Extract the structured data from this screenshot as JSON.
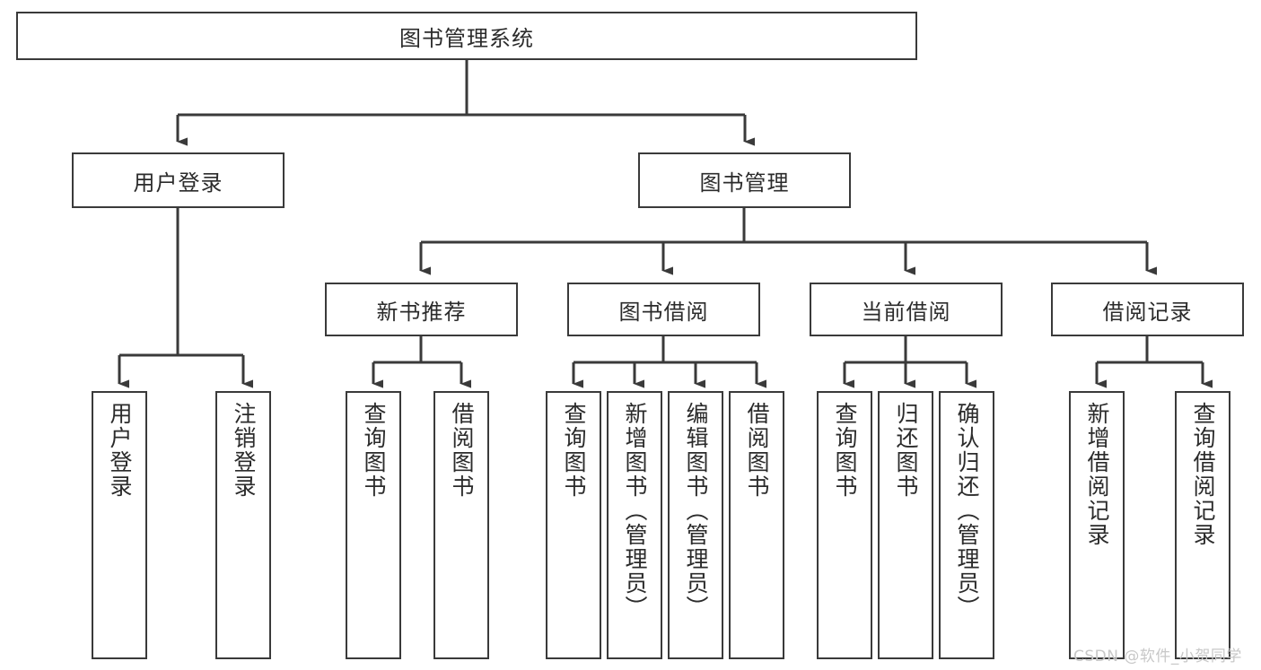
{
  "diagram": {
    "type": "hierarchy-tree",
    "title": "图书管理系统",
    "orientation": "top-down",
    "colors": {
      "box_border": "#3a3a3a",
      "box_fill": "#ffffff",
      "line": "#3a3a3a",
      "text": "#2b2b2b",
      "watermark": "#c8c8c8"
    }
  },
  "nodes": {
    "root": {
      "label": "图书管理系统"
    },
    "level2": [
      {
        "id": "user-login",
        "label": "用户登录"
      },
      {
        "id": "book-management",
        "label": "图书管理"
      }
    ],
    "level3": [
      {
        "id": "new-book-recommend",
        "label": "新书推荐"
      },
      {
        "id": "book-borrow",
        "label": "图书借阅"
      },
      {
        "id": "current-borrow",
        "label": "当前借阅"
      },
      {
        "id": "borrow-record",
        "label": "借阅记录"
      }
    ],
    "leaves": {
      "user_login": [
        {
          "id": "leaf-user-login",
          "label": "用户登录"
        },
        {
          "id": "leaf-logout-login",
          "label": "注销登录"
        }
      ],
      "new_book_recommend": [
        {
          "id": "leaf-query-book-1",
          "label": "查询图书"
        },
        {
          "id": "leaf-borrow-book-1",
          "label": "借阅图书"
        }
      ],
      "book_borrow": [
        {
          "id": "leaf-query-book-2",
          "label": "查询图书"
        },
        {
          "id": "leaf-add-book",
          "label": "新增图书（管理员）"
        },
        {
          "id": "leaf-edit-book",
          "label": "编辑图书（管理员）"
        },
        {
          "id": "leaf-borrow-book-2",
          "label": "借阅图书"
        }
      ],
      "current_borrow": [
        {
          "id": "leaf-query-book-3",
          "label": "查询图书"
        },
        {
          "id": "leaf-return-book",
          "label": "归还图书"
        },
        {
          "id": "leaf-confirm-return",
          "label": "确认归还（管理员）"
        }
      ],
      "borrow_record": [
        {
          "id": "leaf-add-record",
          "label": "新增借阅记录"
        },
        {
          "id": "leaf-query-record",
          "label": "查询借阅记录"
        }
      ]
    }
  },
  "watermark": {
    "text": "CSDN @软件_小贺同学"
  }
}
